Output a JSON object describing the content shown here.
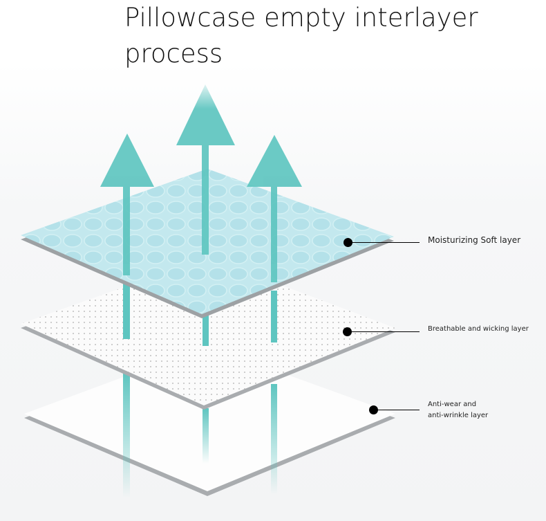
{
  "title": "Pillowcase empty interlayer process",
  "layers": [
    {
      "label": "Moisturizing Soft layer"
    },
    {
      "label": "Breathable and wicking layer"
    },
    {
      "label_line1": "Anti-wear and",
      "label_line2": "anti-wrinkle layer"
    }
  ],
  "colors": {
    "arrow": "#5ec5c0",
    "top_layer": "#bfe6ec",
    "layer_edge": "#a9acaf"
  }
}
